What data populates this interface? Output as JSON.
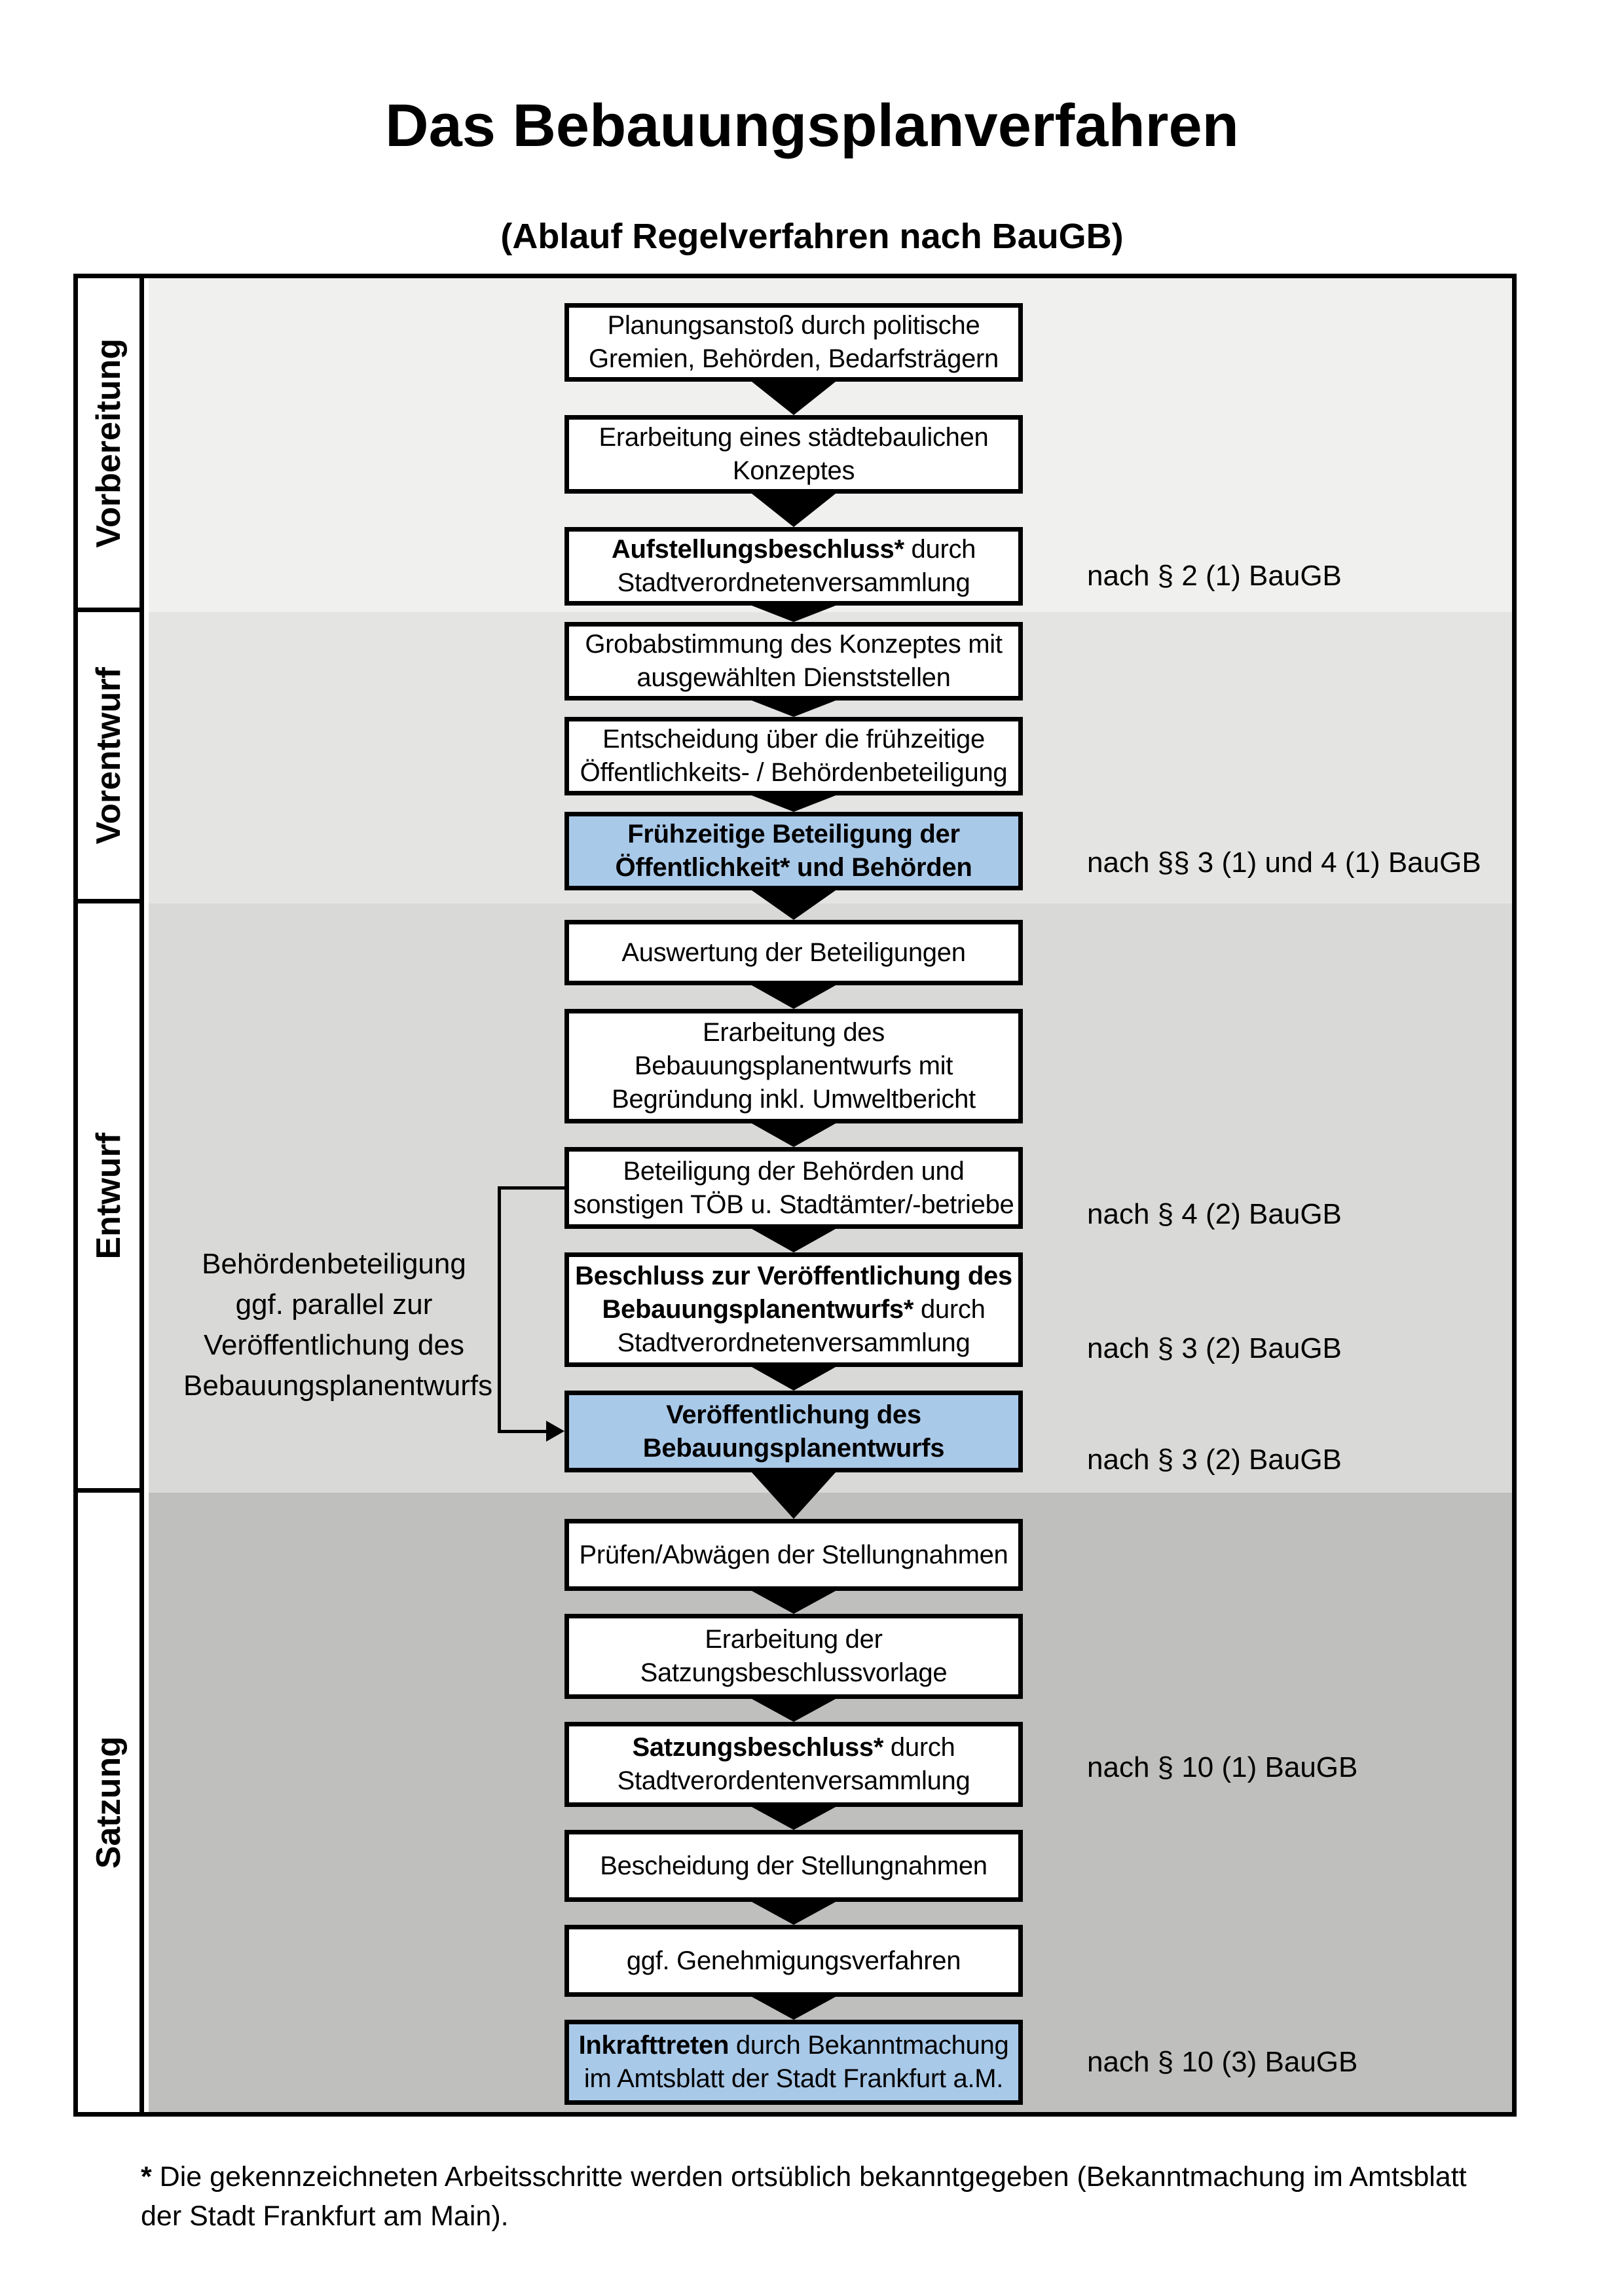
{
  "title": "Das Bebauungsplanverfahren",
  "subtitle": "(Ablauf Regelverfahren nach BauGB)",
  "phases": [
    {
      "label": "Vorbereitung"
    },
    {
      "label": "Vorentwurf"
    },
    {
      "label": "Entwurf"
    },
    {
      "label": "Satzung"
    }
  ],
  "colors": {
    "highlight_blue": "#a9c9e9",
    "box_border": "#000000",
    "section_backgrounds": [
      "#f0f0ef",
      "#e4e4e3",
      "#d9d9d8",
      "#bfbfbe"
    ]
  },
  "steps": [
    {
      "lines": [
        [
          {
            "text": "Planungsanstoß durch politische",
            "bold": false
          }
        ],
        [
          {
            "text": "Gremien, Behörden, Bedarfsträgern",
            "bold": false
          }
        ]
      ],
      "highlighted": false,
      "law_ref": null
    },
    {
      "lines": [
        [
          {
            "text": "Erarbeitung eines städtebaulichen",
            "bold": false
          }
        ],
        [
          {
            "text": "Konzeptes",
            "bold": false
          }
        ]
      ],
      "highlighted": false,
      "law_ref": null
    },
    {
      "lines": [
        [
          {
            "text": "Aufstellungsbeschluss*",
            "bold": true
          },
          {
            "text": " durch",
            "bold": false
          }
        ],
        [
          {
            "text": "Stadtverordnetenversammlung",
            "bold": false
          }
        ]
      ],
      "highlighted": false,
      "law_ref": "nach § 2 (1) BauGB"
    },
    {
      "lines": [
        [
          {
            "text": "Grobabstimmung des Konzeptes mit",
            "bold": false
          }
        ],
        [
          {
            "text": "ausgewählten Dienststellen",
            "bold": false
          }
        ]
      ],
      "highlighted": false,
      "law_ref": null
    },
    {
      "lines": [
        [
          {
            "text": "Entscheidung über die frühzeitige",
            "bold": false
          }
        ],
        [
          {
            "text": "Öffentlichkeits- / Behördenbeteiligung",
            "bold": false
          }
        ]
      ],
      "highlighted": false,
      "law_ref": null
    },
    {
      "lines": [
        [
          {
            "text": "Frühzeitige Beteiligung der",
            "bold": true
          }
        ],
        [
          {
            "text": "Öffentlichkeit* und Behörden",
            "bold": true
          }
        ]
      ],
      "highlighted": true,
      "law_ref": "nach §§ 3 (1) und 4 (1) BauGB"
    },
    {
      "lines": [
        [
          {
            "text": "Auswertung der Beteiligungen",
            "bold": false
          }
        ]
      ],
      "highlighted": false,
      "law_ref": null
    },
    {
      "lines": [
        [
          {
            "text": "Erarbeitung des",
            "bold": false
          }
        ],
        [
          {
            "text": "Bebauungsplanentwurfs mit",
            "bold": false
          }
        ],
        [
          {
            "text": "Begründung inkl. Umweltbericht",
            "bold": false
          }
        ]
      ],
      "highlighted": false,
      "law_ref": null
    },
    {
      "lines": [
        [
          {
            "text": "Beteiligung der Behörden und",
            "bold": false
          }
        ],
        [
          {
            "text": "sonstigen TÖB u. Stadtämter/-betriebe",
            "bold": false
          }
        ]
      ],
      "highlighted": false,
      "law_ref": "nach § 4 (2) BauGB"
    },
    {
      "lines": [
        [
          {
            "text": "Beschluss zur Veröffentlichung des",
            "bold": true
          }
        ],
        [
          {
            "text": "Bebauungsplanentwurfs*",
            "bold": true
          },
          {
            "text": " durch",
            "bold": false
          }
        ],
        [
          {
            "text": "Stadtverordnetenversammlung",
            "bold": false
          }
        ]
      ],
      "highlighted": false,
      "law_ref": "nach § 3 (2) BauGB"
    },
    {
      "lines": [
        [
          {
            "text": "Veröffentlichung des",
            "bold": true
          }
        ],
        [
          {
            "text": "Bebauungsplanentwurfs",
            "bold": true
          }
        ]
      ],
      "highlighted": true,
      "law_ref": "nach § 3 (2) BauGB"
    },
    {
      "lines": [
        [
          {
            "text": "Prüfen/Abwägen der Stellungnahmen",
            "bold": false
          }
        ]
      ],
      "highlighted": false,
      "law_ref": null
    },
    {
      "lines": [
        [
          {
            "text": "Erarbeitung der",
            "bold": false
          }
        ],
        [
          {
            "text": "Satzungsbeschlussvorlage",
            "bold": false
          }
        ]
      ],
      "highlighted": false,
      "law_ref": null
    },
    {
      "lines": [
        [
          {
            "text": "Satzungsbeschluss*",
            "bold": true
          },
          {
            "text": " durch",
            "bold": false
          }
        ],
        [
          {
            "text": "Stadtverordentenversammlung",
            "bold": false
          }
        ]
      ],
      "highlighted": false,
      "law_ref": "nach § 10 (1) BauGB"
    },
    {
      "lines": [
        [
          {
            "text": "Bescheidung der Stellungnahmen",
            "bold": false
          }
        ]
      ],
      "highlighted": false,
      "law_ref": null
    },
    {
      "lines": [
        [
          {
            "text": "ggf. Genehmigungsverfahren",
            "bold": false
          }
        ]
      ],
      "highlighted": false,
      "law_ref": null
    },
    {
      "lines": [
        [
          {
            "text": "Inkrafttreten",
            "bold": true
          },
          {
            "text": " durch Bekanntmachung",
            "bold": false
          }
        ],
        [
          {
            "text": "im Amtsblatt der Stadt Frankfurt a.M.",
            "bold": false
          }
        ]
      ],
      "highlighted": true,
      "law_ref": "nach § 10 (3) BauGB"
    }
  ],
  "parallel_note": {
    "lines": [
      "Behördenbeteiligung",
      "ggf. parallel zur",
      "Veröffentlichung des",
      "Bebauungsplanentwurfs"
    ]
  },
  "footnote": {
    "marker": "*",
    "text": " Die gekennzeichneten Arbeitsschritte werden ortsüblich bekanntgegeben (Bekanntmachung im Amtsblatt  der Stadt Frankfurt am Main)."
  }
}
